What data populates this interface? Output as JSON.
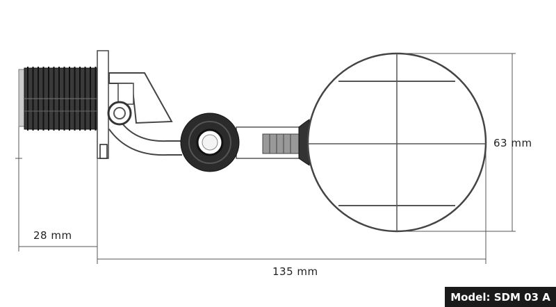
{
  "dimensions": {
    "thread_length": "28 mm",
    "total_length": "135 mm",
    "ball_diameter": "63 mm"
  },
  "model_label": "Model: SDM 03 A",
  "colors": {
    "line": "#333333",
    "dark": "#222222",
    "badge": "#1a1a1a"
  }
}
